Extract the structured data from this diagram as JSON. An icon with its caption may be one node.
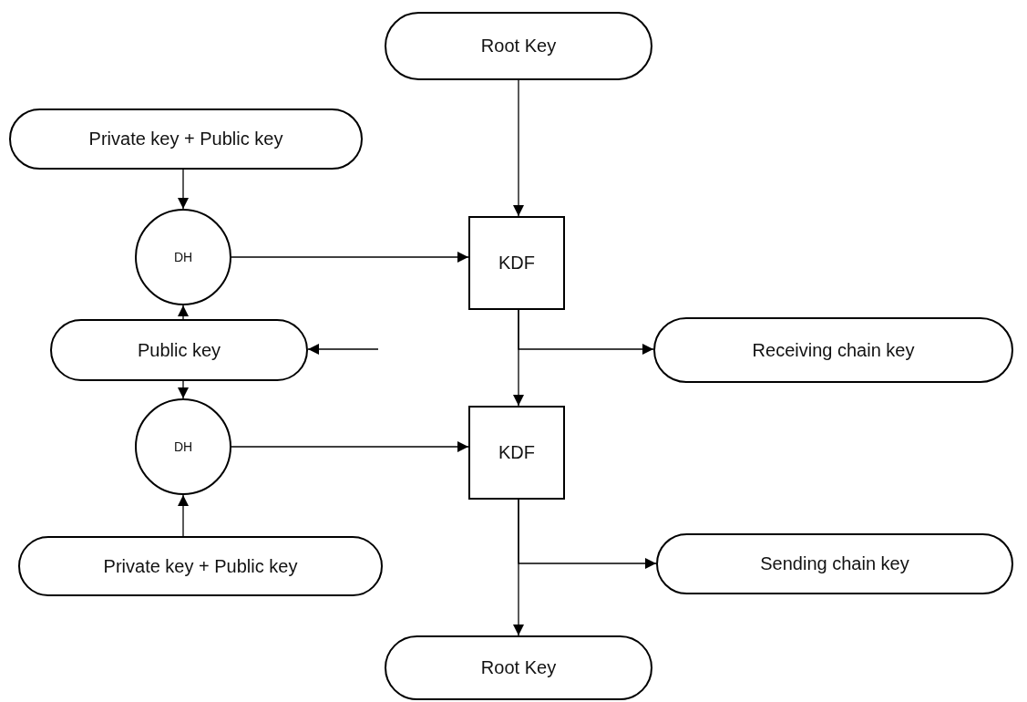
{
  "diagram": {
    "nodes": [
      {
        "text": [
          "Root Key"
        ]
      },
      {
        "text": [
          "Private key + Public key"
        ]
      },
      {
        "text": [
          "DH"
        ]
      },
      {
        "text": [
          "KDF"
        ]
      },
      {
        "text": [
          "Public key"
        ]
      },
      {
        "text": [
          "Receiving chain key"
        ]
      },
      {
        "text": [
          "DH"
        ]
      },
      {
        "text": [
          "KDF"
        ]
      },
      {
        "text": [
          "Private key + Public key"
        ]
      },
      {
        "text": [
          "Sending chain key"
        ]
      },
      {
        "text": [
          "Root Key"
        ]
      }
    ],
    "edges": [
      {
        "from": 0,
        "to": 3,
        "arrow": "to"
      },
      {
        "from": 1,
        "to": 2,
        "arrow": "to"
      },
      {
        "from": 2,
        "to": 3,
        "arrow": "to"
      },
      {
        "from": 4,
        "to": 2,
        "arrow": "to"
      },
      {
        "from": null,
        "to": 4,
        "arrow": "to"
      },
      {
        "from": 3,
        "to": 5,
        "arrow": "to"
      },
      {
        "from": 3,
        "to": 7,
        "arrow": "to"
      },
      {
        "from": 4,
        "to": 6,
        "arrow": "to"
      },
      {
        "from": 6,
        "to": 7,
        "arrow": "to"
      },
      {
        "from": 8,
        "to": 6,
        "arrow": "to"
      },
      {
        "from": 7,
        "to": 9,
        "arrow": "to"
      },
      {
        "from": 7,
        "to": 10,
        "arrow": "to"
      }
    ]
  }
}
